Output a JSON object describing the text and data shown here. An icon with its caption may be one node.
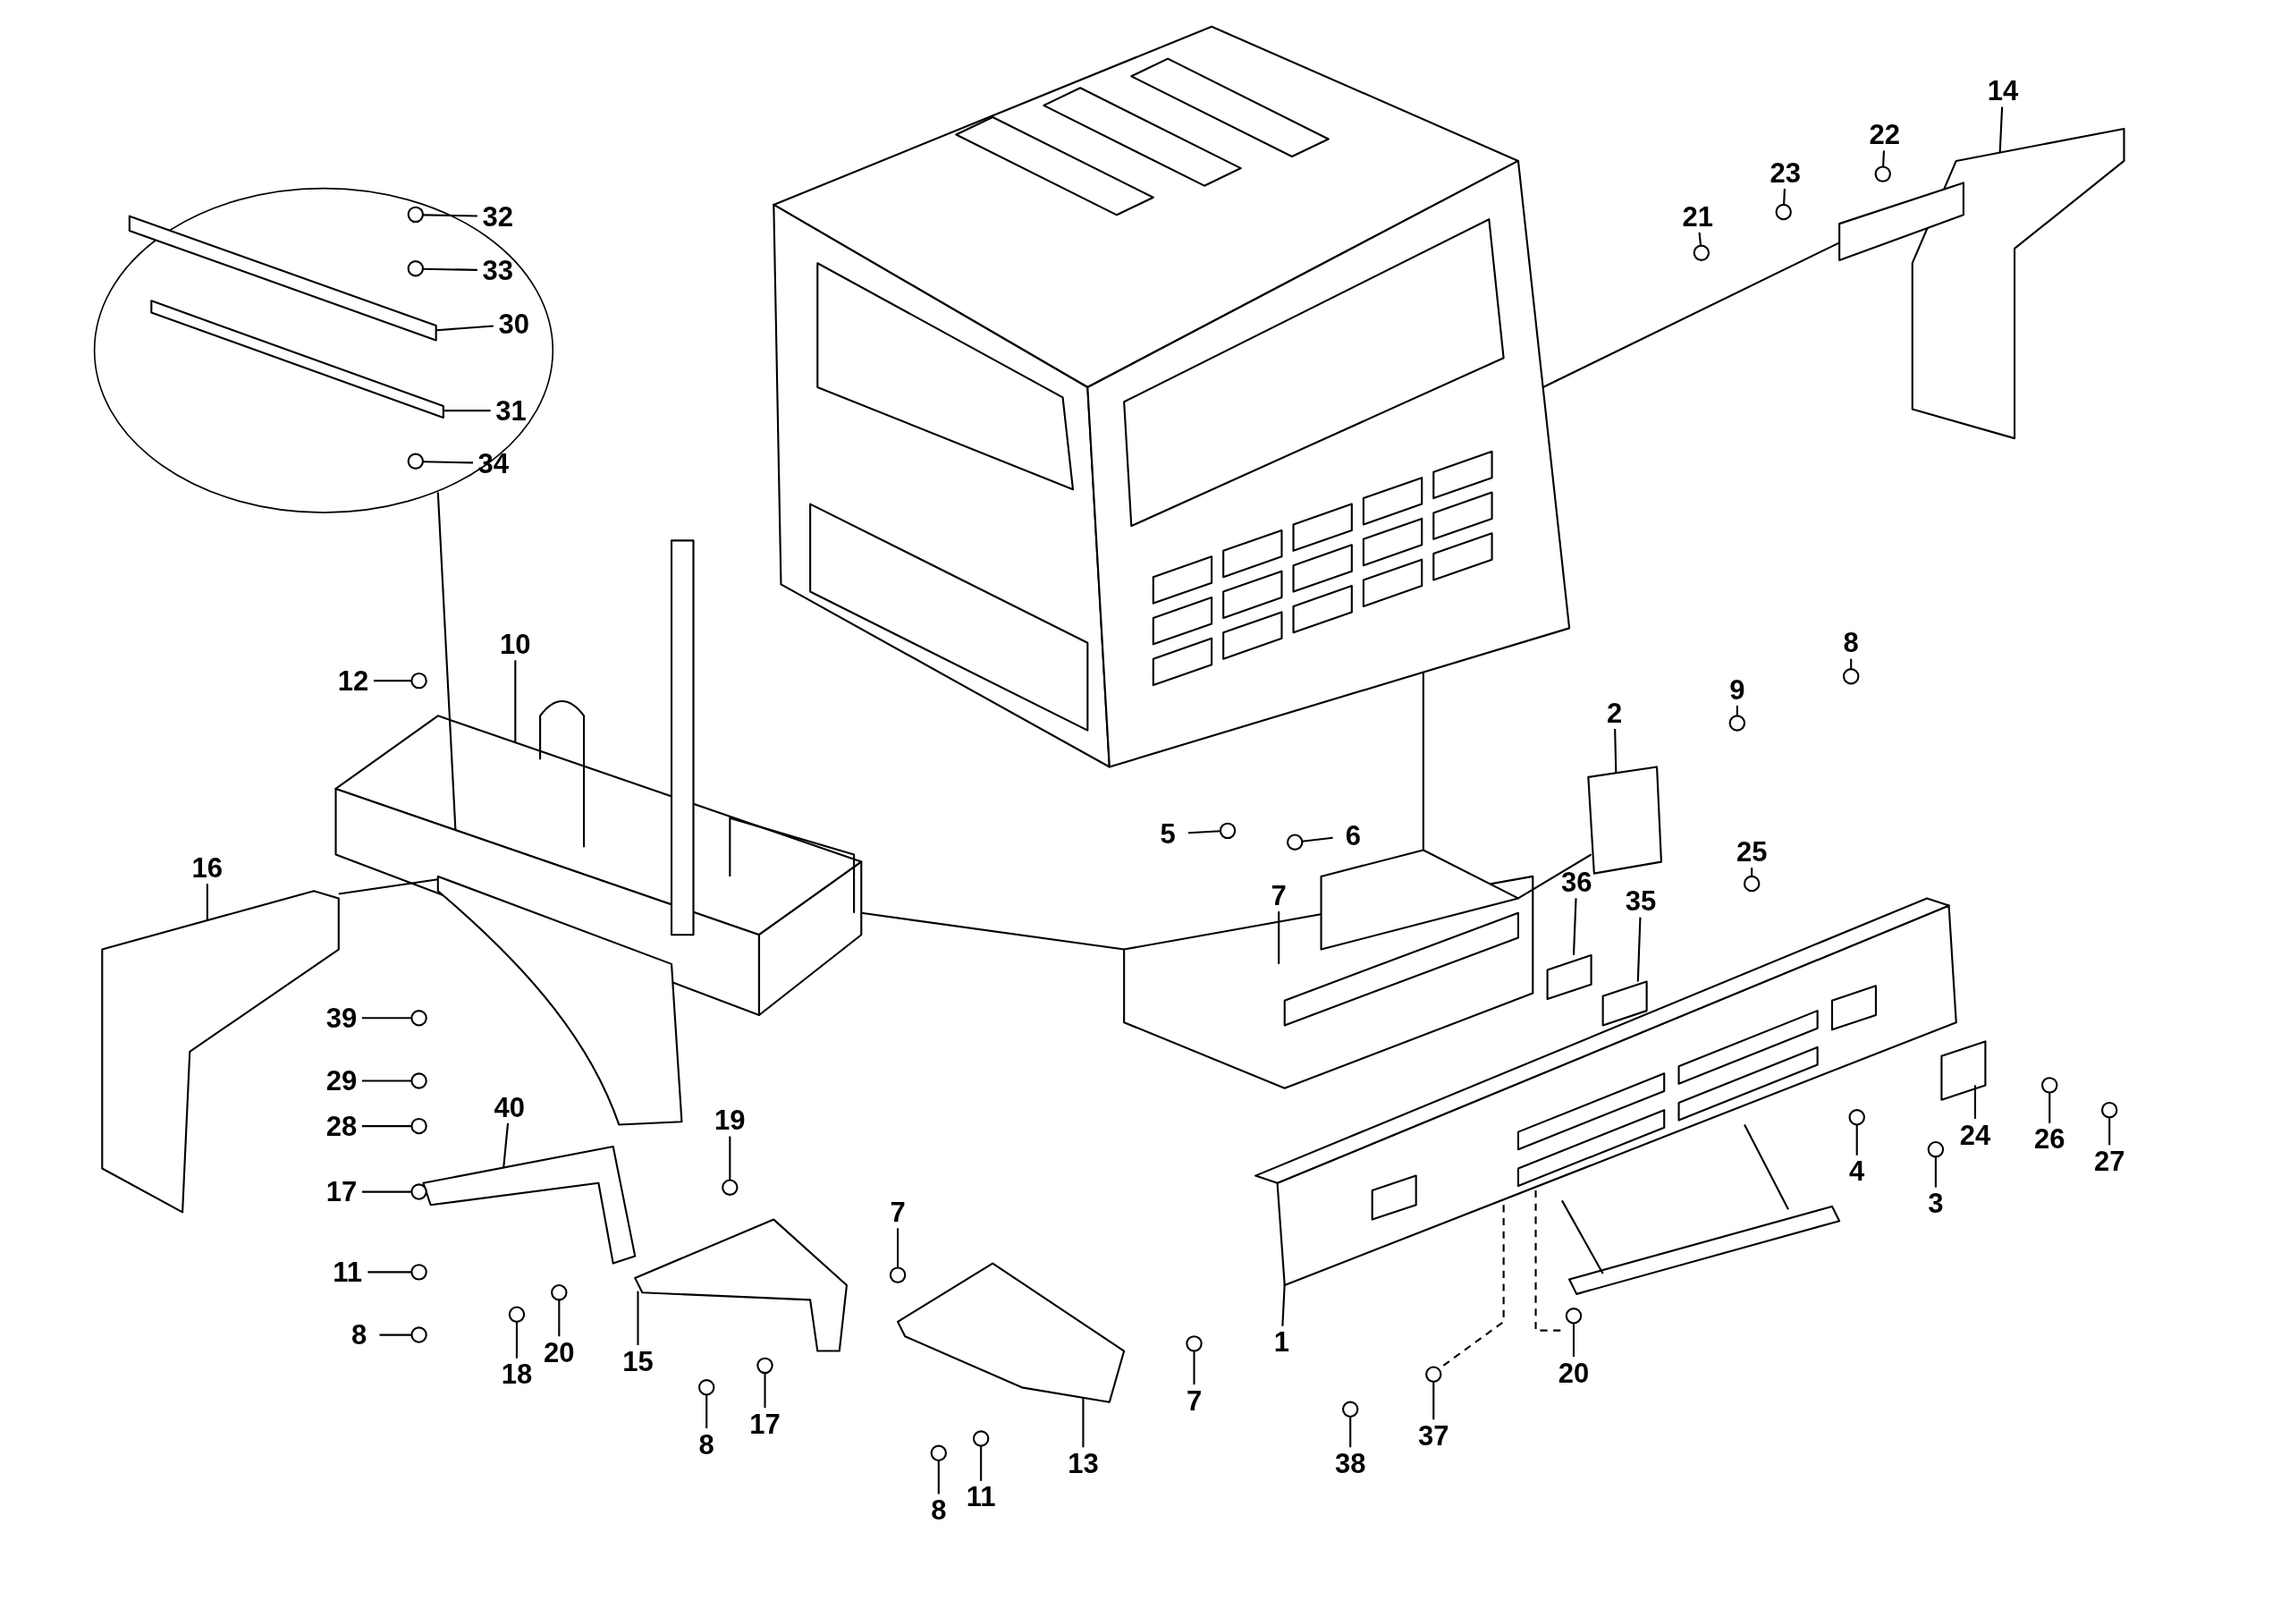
{
  "diagram": {
    "nodes": [
      {
        "text": [],
        "shape": "circle"
      },
      {
        "text": [
          "32"
        ],
        "in": 0
      },
      {
        "text": [
          "33"
        ],
        "in": 0
      },
      {
        "text": [
          "30"
        ],
        "in": 0
      },
      {
        "text": [
          "31"
        ],
        "in": 0
      },
      {
        "text": [
          "34"
        ],
        "in": 0
      },
      {
        "text": [
          "14"
        ]
      },
      {
        "text": [
          "22"
        ]
      },
      {
        "text": [
          "23"
        ]
      },
      {
        "text": [
          "21"
        ]
      },
      {
        "text": [
          "8"
        ]
      },
      {
        "text": [
          "10"
        ]
      },
      {
        "text": [
          "12"
        ]
      },
      {
        "text": [
          "9"
        ]
      },
      {
        "text": [
          "2"
        ]
      },
      {
        "text": [
          "5"
        ]
      },
      {
        "text": [
          "6"
        ]
      },
      {
        "text": [
          "25"
        ]
      },
      {
        "text": [
          "16"
        ]
      },
      {
        "text": [
          "36"
        ]
      },
      {
        "text": [
          "7"
        ]
      },
      {
        "text": [
          "35"
        ]
      },
      {
        "text": [
          "39"
        ]
      },
      {
        "text": [
          "29"
        ]
      },
      {
        "text": [
          "40"
        ]
      },
      {
        "text": [
          "28"
        ]
      },
      {
        "text": [
          "19"
        ]
      },
      {
        "text": [
          "4"
        ]
      },
      {
        "text": [
          "17"
        ]
      },
      {
        "text": [
          "24"
        ]
      },
      {
        "text": [
          "26"
        ]
      },
      {
        "text": [
          "27"
        ]
      },
      {
        "text": [
          "3"
        ]
      },
      {
        "text": [
          "7"
        ]
      },
      {
        "text": [
          "11"
        ]
      },
      {
        "text": [
          "8"
        ]
      },
      {
        "text": [
          "1"
        ]
      },
      {
        "text": [
          "20"
        ]
      },
      {
        "text": [
          "15"
        ]
      },
      {
        "text": [
          "20"
        ]
      },
      {
        "text": [
          "37"
        ]
      },
      {
        "text": [
          "18"
        ]
      },
      {
        "text": [
          "13"
        ]
      },
      {
        "text": [
          "8"
        ]
      },
      {
        "text": [
          "7"
        ]
      },
      {
        "text": [
          "17"
        ]
      },
      {
        "text": [
          "38"
        ]
      },
      {
        "text": [
          "8"
        ]
      },
      {
        "text": [
          "11"
        ]
      },
      {
        "text": [],
        "shape": "picture"
      },
      {
        "text": [],
        "shape": "picture"
      },
      {
        "text": [],
        "shape": "picture"
      },
      {
        "text": [],
        "shape": "picture"
      },
      {
        "text": [],
        "shape": "picture"
      },
      {
        "text": [],
        "shape": "box"
      },
      {
        "text": [],
        "shape": "picture"
      },
      {
        "text": [],
        "shape": "picture"
      },
      {
        "text": [],
        "shape": "picture"
      },
      {
        "text": [],
        "shape": "picture"
      },
      {
        "text": [],
        "shape": "bar"
      },
      {
        "text": [],
        "shape": "box"
      },
      {
        "text": [],
        "shape": "box"
      },
      {
        "text": [],
        "shape": "box"
      },
      {
        "text": [],
        "shape": "bar",
        "in": 0
      },
      {
        "text": [],
        "shape": "bar",
        "in": 0
      },
      {
        "text": [],
        "shape": "circle",
        "in": 0
      },
      {
        "text": [],
        "shape": "circle",
        "in": 0
      },
      {
        "text": [],
        "shape": "circle",
        "in": 0
      },
      {
        "text": [],
        "shape": "circle"
      },
      {
        "text": [],
        "shape": "circle"
      },
      {
        "text": [],
        "shape": "circle"
      },
      {
        "text": [],
        "shape": "circle"
      },
      {
        "text": [],
        "shape": "circle"
      },
      {
        "text": [],
        "shape": "circle"
      },
      {
        "text": [],
        "shape": "circle"
      },
      {
        "text": [],
        "shape": "circle"
      },
      {
        "text": [],
        "shape": "circle"
      },
      {
        "text": [],
        "shape": "circle"
      },
      {
        "text": [],
        "shape": "circle"
      },
      {
        "text": [],
        "shape": "circle"
      },
      {
        "text": [],
        "shape": "circle"
      },
      {
        "text": [],
        "shape": "circle"
      },
      {
        "text": [],
        "shape": "circle"
      },
      {
        "text": [],
        "shape": "circle"
      },
      {
        "text": [],
        "shape": "circle"
      },
      {
        "text": [],
        "shape": "circle"
      },
      {
        "text": [],
        "shape": "circle"
      },
      {
        "text": [],
        "shape": "circle"
      },
      {
        "text": [],
        "shape": "circle"
      },
      {
        "text": [],
        "shape": "circle"
      },
      {
        "text": [],
        "shape": "circle"
      },
      {
        "text": [],
        "shape": "circle"
      },
      {
        "text": [],
        "shape": "circle"
      },
      {
        "text": [],
        "shape": "circle"
      },
      {
        "text": [],
        "shape": "circle"
      },
      {
        "text": [],
        "shape": "circle"
      },
      {
        "text": [],
        "shape": "circle"
      },
      {
        "text": [],
        "shape": "circle"
      },
      {
        "text": [],
        "shape": "circle"
      },
      {
        "text": [],
        "shape": "picture"
      },
      {
        "text": [],
        "shape": "bar"
      }
    ],
    "edges": [
      {
        "from": 0,
        "to": 50,
        "arrow": "none"
      },
      {
        "from": 1,
        "to": 65,
        "arrow": "none"
      },
      {
        "from": 2,
        "to": 66,
        "arrow": "none"
      },
      {
        "from": 3,
        "to": 63,
        "arrow": "none"
      },
      {
        "from": 4,
        "to": 64,
        "arrow": "none"
      },
      {
        "from": 5,
        "to": 67,
        "arrow": "none"
      },
      {
        "from": 6,
        "to": 52,
        "arrow": "none"
      },
      {
        "from": 7,
        "to": 68,
        "arrow": "none"
      },
      {
        "from": 8,
        "to": 69,
        "arrow": "none"
      },
      {
        "from": 9,
        "to": 70,
        "arrow": "none"
      },
      {
        "from": 10,
        "to": 71,
        "arrow": "none"
      },
      {
        "from": 11,
        "to": 50,
        "arrow": "none"
      },
      {
        "from": 12,
        "to": 72,
        "arrow": "none"
      },
      {
        "from": 13,
        "to": 73,
        "arrow": "none"
      },
      {
        "from": 14,
        "to": 54,
        "arrow": "none"
      },
      {
        "from": 15,
        "to": 74,
        "arrow": "none"
      },
      {
        "from": 16,
        "to": 75,
        "arrow": "none"
      },
      {
        "from": 17,
        "to": 76,
        "arrow": "none"
      },
      {
        "from": 18,
        "to": 51,
        "arrow": "none"
      },
      {
        "from": 19,
        "to": 60,
        "arrow": "none"
      },
      {
        "from": 20,
        "to": 53,
        "arrow": "none"
      },
      {
        "from": 21,
        "to": 61,
        "arrow": "none"
      },
      {
        "from": 22,
        "to": 77,
        "arrow": "none"
      },
      {
        "from": 23,
        "to": 78,
        "arrow": "none"
      },
      {
        "from": 24,
        "to": 56,
        "arrow": "none"
      },
      {
        "from": 25,
        "to": 79,
        "arrow": "none"
      },
      {
        "from": 26,
        "to": 80,
        "arrow": "none"
      },
      {
        "from": 27,
        "to": 81,
        "arrow": "none"
      },
      {
        "from": 28,
        "to": 82,
        "arrow": "none"
      },
      {
        "from": 29,
        "to": 62,
        "arrow": "none"
      },
      {
        "from": 30,
        "to": 83,
        "arrow": "none"
      },
      {
        "from": 31,
        "to": 84,
        "arrow": "none"
      },
      {
        "from": 32,
        "to": 85,
        "arrow": "none"
      },
      {
        "from": 33,
        "to": 86,
        "arrow": "none"
      },
      {
        "from": 34,
        "to": 87,
        "arrow": "none"
      },
      {
        "from": 35,
        "to": 88,
        "arrow": "none"
      },
      {
        "from": 36,
        "to": 55,
        "arrow": "none"
      },
      {
        "from": 37,
        "to": 89,
        "arrow": "none"
      },
      {
        "from": 38,
        "to": 57,
        "arrow": "none"
      },
      {
        "from": 39,
        "to": 90,
        "arrow": "none"
      },
      {
        "from": 40,
        "to": 91,
        "arrow": "none"
      },
      {
        "from": 41,
        "to": 92,
        "arrow": "none"
      },
      {
        "from": 42,
        "to": 58,
        "arrow": "none"
      },
      {
        "from": 43,
        "to": 93,
        "arrow": "none"
      },
      {
        "from": 44,
        "to": 94,
        "arrow": "none"
      },
      {
        "from": 45,
        "to": 95,
        "arrow": "none"
      },
      {
        "from": 46,
        "to": 96,
        "arrow": "none"
      },
      {
        "from": 47,
        "to": 97,
        "arrow": "none"
      },
      {
        "from": 48,
        "to": 98,
        "arrow": "none"
      },
      {
        "from": 49,
        "to": 52,
        "arrow": "none"
      },
      {
        "from": 51,
        "to": 99,
        "arrow": "none"
      },
      {
        "from": 50,
        "to": 53,
        "arrow": "none"
      },
      {
        "from": 49,
        "to": 53,
        "arrow": "none"
      },
      {
        "from": 53,
        "to": 54,
        "arrow": "none"
      },
      {
        "from": 55,
        "to": 91,
        "arrow": "none",
        "style": "dashed"
      },
      {
        "from": 55,
        "to": 90,
        "arrow": "none",
        "style": "dashed"
      }
    ]
  }
}
